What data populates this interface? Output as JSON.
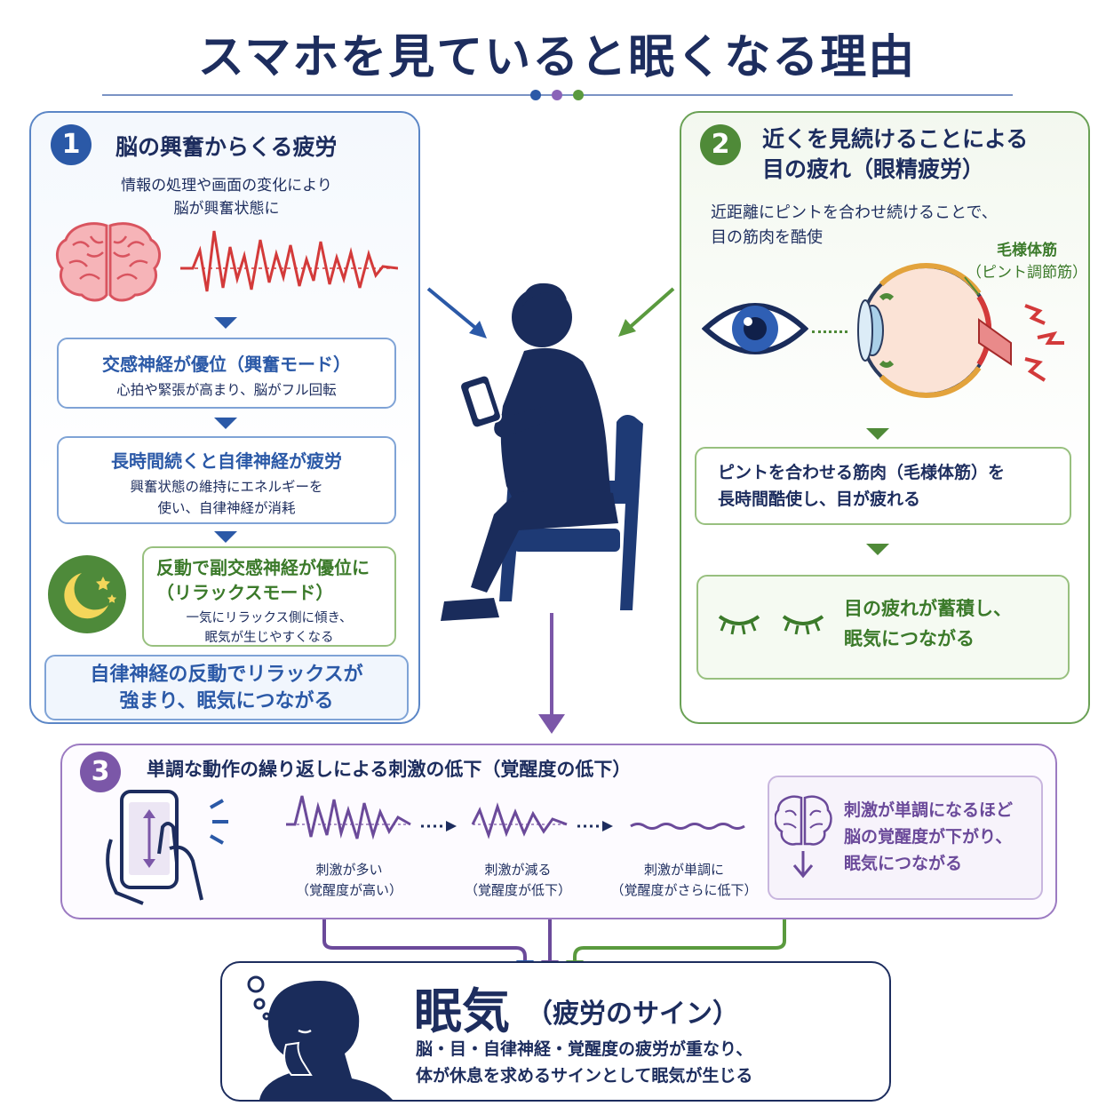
{
  "title": "スマホを見ていると眠くなる理由",
  "colors": {
    "navy": "#1d2d5e",
    "blue": "#2b59a7",
    "green": "#4f8a38",
    "purple": "#6b4a9a",
    "red": "#d33a3a"
  },
  "panel1": {
    "number": "1",
    "heading": "脳の興奮からくる疲労",
    "intro": [
      "情報の処理や画面の変化により",
      "脳が興奮状態に"
    ],
    "step1": {
      "title": "交感神経が優位（興奮モード）",
      "sub": "心拍や緊張が高まり、脳がフル回転"
    },
    "step2": {
      "title": "長時間続くと自律神経が疲労",
      "sub": [
        "興奮状態の維持にエネルギーを",
        "使い、自律神経が消耗"
      ]
    },
    "step3": {
      "title": [
        "反動で副交感神経が優位に",
        "（リラックスモード）"
      ],
      "sub": [
        "一気にリラックス側に傾き、",
        "眠気が生じやすくなる"
      ]
    },
    "conclusion": [
      "自律神経の反動でリラックスが",
      "強まり、眠気につながる"
    ]
  },
  "panel2": {
    "number": "2",
    "heading": [
      "近くを見続けることによる",
      "目の疲れ（眼精疲労）"
    ],
    "intro": [
      "近距離にピントを合わせ続けることで、",
      "目の筋肉を酷使"
    ],
    "muscle_label": [
      "毛様体筋",
      "（ピント調節筋）"
    ],
    "step1": [
      "ピントを合わせる筋肉（毛様体筋）を",
      "長時間酷使し、目が疲れる"
    ],
    "step2": [
      "目の疲れが蓄積し、",
      "眠気につながる"
    ]
  },
  "panel3": {
    "number": "3",
    "heading": "単調な動作の繰り返しによる刺激の低下（覚醒度の低下）",
    "waves": [
      {
        "label": "刺激が多い",
        "sub": "（覚醒度が高い）"
      },
      {
        "label": "刺激が減る",
        "sub": "（覚醒度が低下）"
      },
      {
        "label": "刺激が単調に",
        "sub": "（覚醒度がさらに低下）"
      }
    ],
    "note": [
      "刺激が単調になるほど",
      "脳の覚醒度が下がり、",
      "眠気につながる"
    ]
  },
  "result": {
    "title": "眠気",
    "title_sub": "（疲労のサイン）",
    "desc": [
      "脳・目・自律神経・覚醒度の疲労が重なり、",
      "体が休息を求めるサインとして眠気が生じる"
    ]
  }
}
